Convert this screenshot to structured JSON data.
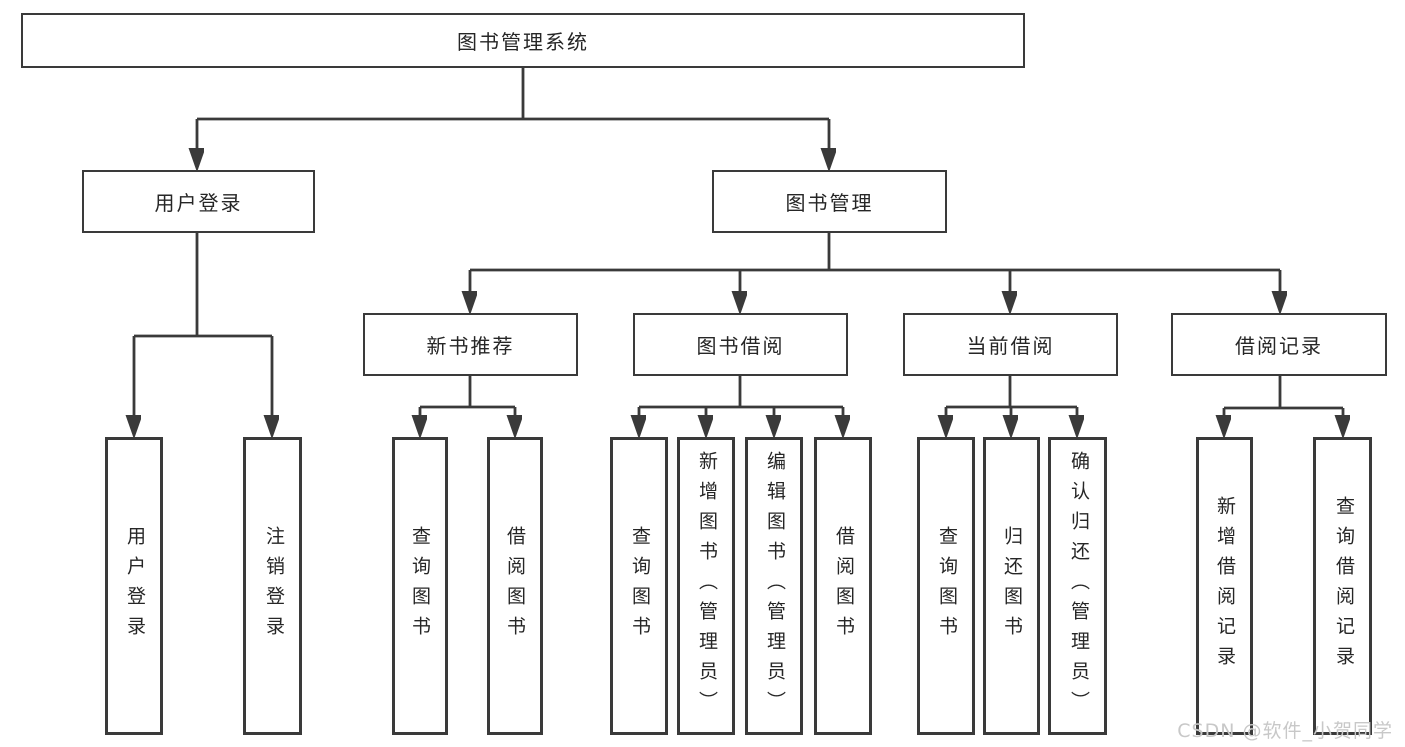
{
  "diagram": {
    "root": {
      "label": "图书管理系统"
    },
    "branches": [
      {
        "label": "用户登录",
        "children": [
          {
            "label": "用户登录"
          },
          {
            "label": "注销登录"
          }
        ]
      },
      {
        "label": "图书管理",
        "groups": [
          {
            "label": "新书推荐",
            "children": [
              {
                "label": "查询图书"
              },
              {
                "label": "借阅图书"
              }
            ]
          },
          {
            "label": "图书借阅",
            "children": [
              {
                "label": "查询图书"
              },
              {
                "label": "新增图书（管理员）"
              },
              {
                "label": "编辑图书（管理员）"
              },
              {
                "label": "借阅图书"
              }
            ]
          },
          {
            "label": "当前借阅",
            "children": [
              {
                "label": "查询图书"
              },
              {
                "label": "归还图书"
              },
              {
                "label": "确认归还（管理员）"
              }
            ]
          },
          {
            "label": "借阅记录",
            "children": [
              {
                "label": "新增借阅记录"
              },
              {
                "label": "查询借阅记录"
              }
            ]
          }
        ]
      }
    ]
  },
  "watermark": {
    "text": "CSDN @软件_小贺同学"
  },
  "colors": {
    "line": "#3a3a3a",
    "text": "#262626",
    "background": "#ffffff",
    "watermark": "#c8c8c8"
  }
}
